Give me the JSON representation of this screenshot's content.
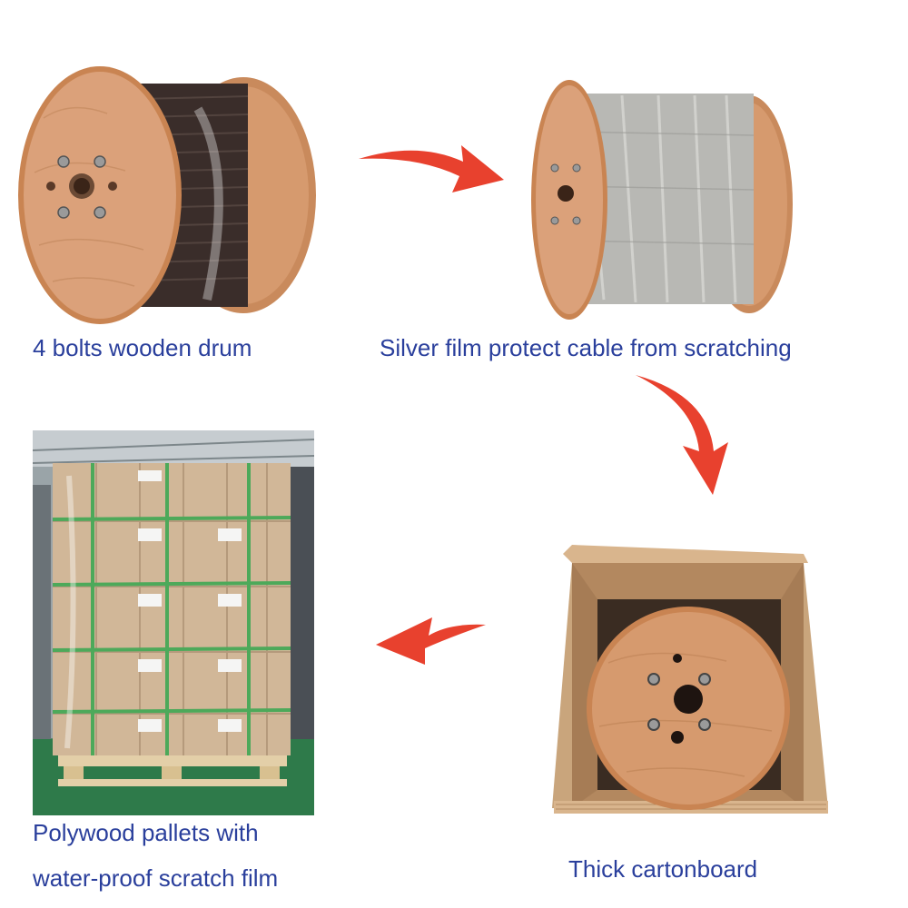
{
  "steps": [
    {
      "caption": "4 bolts wooden drum"
    },
    {
      "caption": "Silver film protect cable from scratching"
    },
    {
      "caption": "Thick cartonboard"
    },
    {
      "caption_line1": "Polywood pallets with",
      "caption_line2": "water-proof scratch film"
    }
  ],
  "colors": {
    "caption": "#2a3f9c",
    "arrow": "#e8412e",
    "wood": "#d69a6e",
    "cable": "#3a2d2a",
    "film": "#b8b8b4",
    "carton": "#c49a72",
    "strap": "#2e9a3e"
  }
}
